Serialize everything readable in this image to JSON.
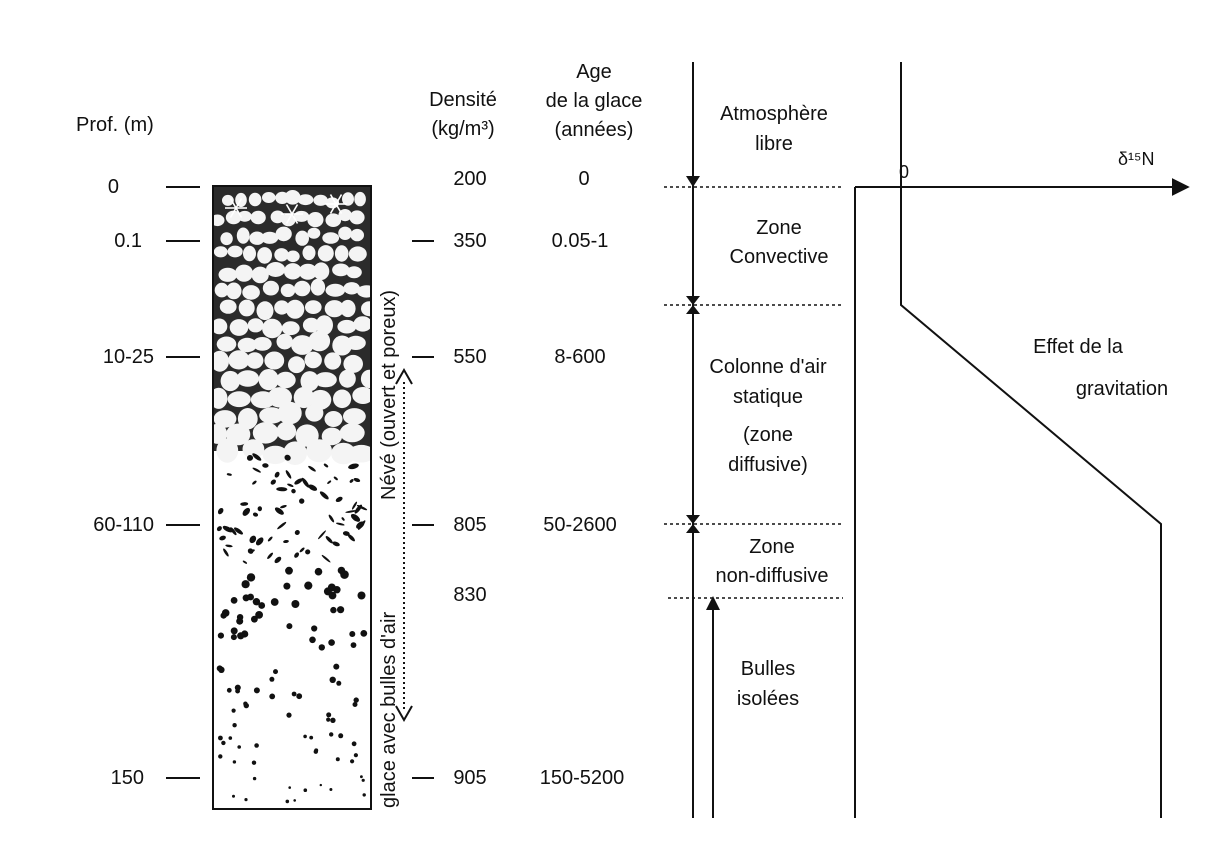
{
  "headers": {
    "depth": "Prof. (m)",
    "density": [
      "Densité",
      "(kg/m³)"
    ],
    "age": [
      "Age",
      "de la glace",
      "(années)"
    ]
  },
  "rows": [
    {
      "depth": "0",
      "density": "200",
      "age": "0"
    },
    {
      "depth": "0.1",
      "density": "350",
      "age": "0.05-1"
    },
    {
      "depth": "10-25",
      "density": "550",
      "age": "8-600"
    },
    {
      "depth": "60-110",
      "density": "805",
      "age": "50-2600"
    },
    {
      "depth": "",
      "density": "830",
      "age": ""
    },
    {
      "depth": "150",
      "density": "905",
      "age": "150-5200"
    }
  ],
  "column_labels": {
    "neve": "Névé (ouvert et poreux)",
    "ice": "glace avec bulles d'air"
  },
  "zones": {
    "atmosphere": [
      "Atmosphère",
      "libre"
    ],
    "convective": [
      "Zone",
      "Convective"
    ],
    "static": [
      "Colonne d'air",
      "statique",
      "(zone",
      "diffusive)"
    ],
    "nondiffusive": [
      "Zone",
      "non-diffusive"
    ],
    "bubbles": [
      "Bulles",
      "isolées"
    ]
  },
  "graph": {
    "axis_label": "δ¹⁵N",
    "origin_label": "0",
    "curve_label": [
      "Effet de la",
      "gravitation"
    ]
  },
  "colors": {
    "ink": "#111111",
    "firn_dark": "#2b2b2b",
    "grain": "#f4f4f4"
  }
}
